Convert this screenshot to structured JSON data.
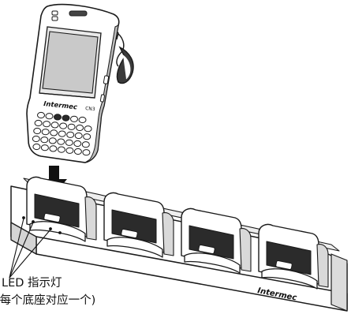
{
  "device": {
    "brand_label": "Intermec",
    "model_label": "CN3"
  },
  "dock": {
    "brand_label": "Intermec",
    "slot_count": 4
  },
  "callout": {
    "line1": "LED 指示灯",
    "line2": "(每个底座对应一个)"
  },
  "colors": {
    "line": "#1a1a1a",
    "shade": "#cfcfcf",
    "dark": "#2b2b2b",
    "arrow": "#111111"
  }
}
